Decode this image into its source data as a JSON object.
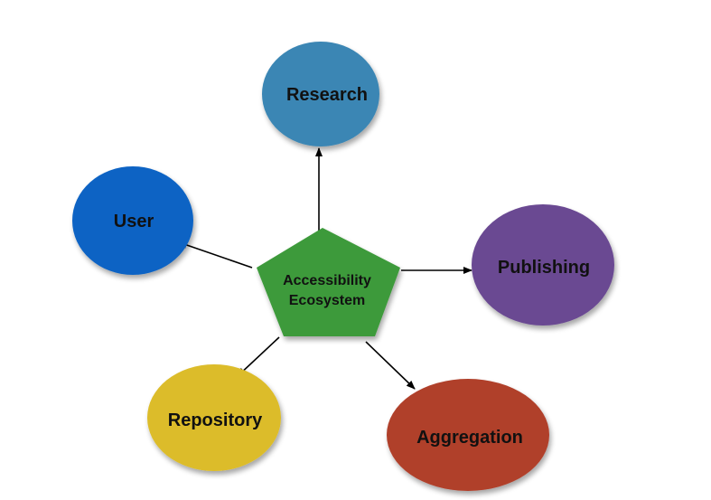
{
  "center": {
    "label_line1": "Accessibility",
    "label_line2": "Ecosystem",
    "color": "#3d9a3a"
  },
  "nodes": [
    {
      "id": "research",
      "label": "Research",
      "color": "#3a86b4"
    },
    {
      "id": "user",
      "label": "User",
      "color": "#0b63c4"
    },
    {
      "id": "publishing",
      "label": "Publishing",
      "color": "#6b4a92"
    },
    {
      "id": "repository",
      "label": "Repository",
      "color": "#dcbc2a"
    },
    {
      "id": "aggregation",
      "label": "Aggregation",
      "color": "#b03f2c"
    }
  ],
  "edges": [
    {
      "from": "center",
      "to": "research"
    },
    {
      "from": "center",
      "to": "user"
    },
    {
      "from": "center",
      "to": "publishing"
    },
    {
      "from": "center",
      "to": "repository"
    },
    {
      "from": "center",
      "to": "aggregation"
    }
  ]
}
